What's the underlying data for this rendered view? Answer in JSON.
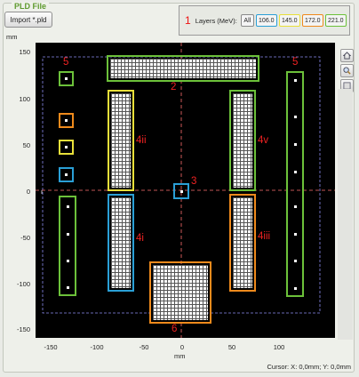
{
  "window": {
    "group_title": "PLD File"
  },
  "toolbar": {
    "import_label": "Import *.pld"
  },
  "layers": {
    "number": "1",
    "label": "Layers (MeV):",
    "buttons": [
      {
        "label": "All",
        "color": "#8a8a8a"
      },
      {
        "label": "106.0",
        "color": "#2a9fd6"
      },
      {
        "label": "145.0",
        "color": "#e8df3a"
      },
      {
        "label": "172.0",
        "color": "#ef8a1c"
      },
      {
        "label": "221.0",
        "color": "#6cc13a"
      }
    ]
  },
  "plot": {
    "y_unit": "mm",
    "x_unit": "mm",
    "y_ticks": [
      "150",
      "100",
      "50",
      "0",
      "-50",
      "-100",
      "-150"
    ],
    "x_ticks": [
      "-150",
      "-100",
      "-50",
      "0",
      "50",
      "100"
    ],
    "cursor_text": "Cursor: X: 0,0mm; Y: 0,0mm"
  },
  "annotations": [
    "5",
    "5",
    "2",
    "4ii",
    "4v",
    "3",
    "4i",
    "4iii",
    "6"
  ],
  "side_tools": [
    "home-icon",
    "zoom-icon",
    "window-icon"
  ],
  "colors": {
    "green": "#6cc13a",
    "yellow": "#e8df3a",
    "orange": "#ef8a1c",
    "blue": "#2a9fd6",
    "crosshair": "#ff6f6f",
    "boundary": "#8a8aee",
    "annotation": "#e22222"
  }
}
